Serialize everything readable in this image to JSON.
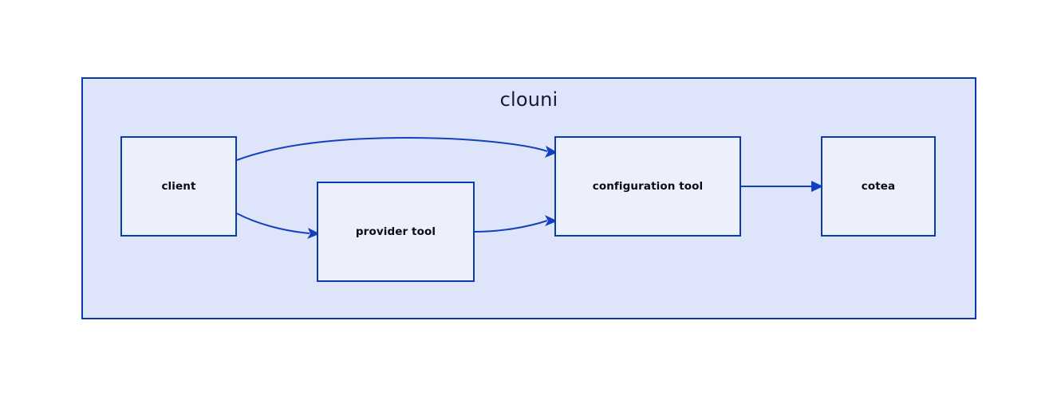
{
  "diagram": {
    "type": "flowchart",
    "background_color": "#ffffff",
    "cluster": {
      "id": "clouni",
      "title": "clouni",
      "fill_color": "#dee5fa",
      "border_color": "#0b3ba8"
    },
    "node_style": {
      "fill_color": "#ecf0fb",
      "border_color": "#0b3ba8",
      "label_color": "#0b0b14"
    },
    "edge_style": {
      "line_color": "#1340c0",
      "arrow_color": "#1340c0"
    },
    "nodes": [
      {
        "id": "client",
        "label": "client"
      },
      {
        "id": "provider-tool",
        "label": "provider tool"
      },
      {
        "id": "configuration-tool",
        "label": "configuration tool"
      },
      {
        "id": "cotea",
        "label": "cotea"
      }
    ],
    "edges": [
      {
        "id": "client-to-configuration-tool",
        "from": "client",
        "to": "configuration-tool",
        "shape": "curved",
        "label": ""
      },
      {
        "id": "client-to-provider-tool",
        "from": "client",
        "to": "provider-tool",
        "shape": "curved",
        "label": ""
      },
      {
        "id": "provider-tool-to-configuration-tool",
        "from": "provider-tool",
        "to": "configuration-tool",
        "shape": "curved",
        "label": ""
      },
      {
        "id": "configuration-tool-to-cotea",
        "from": "configuration-tool",
        "to": "cotea",
        "shape": "straight",
        "label": ""
      }
    ]
  }
}
